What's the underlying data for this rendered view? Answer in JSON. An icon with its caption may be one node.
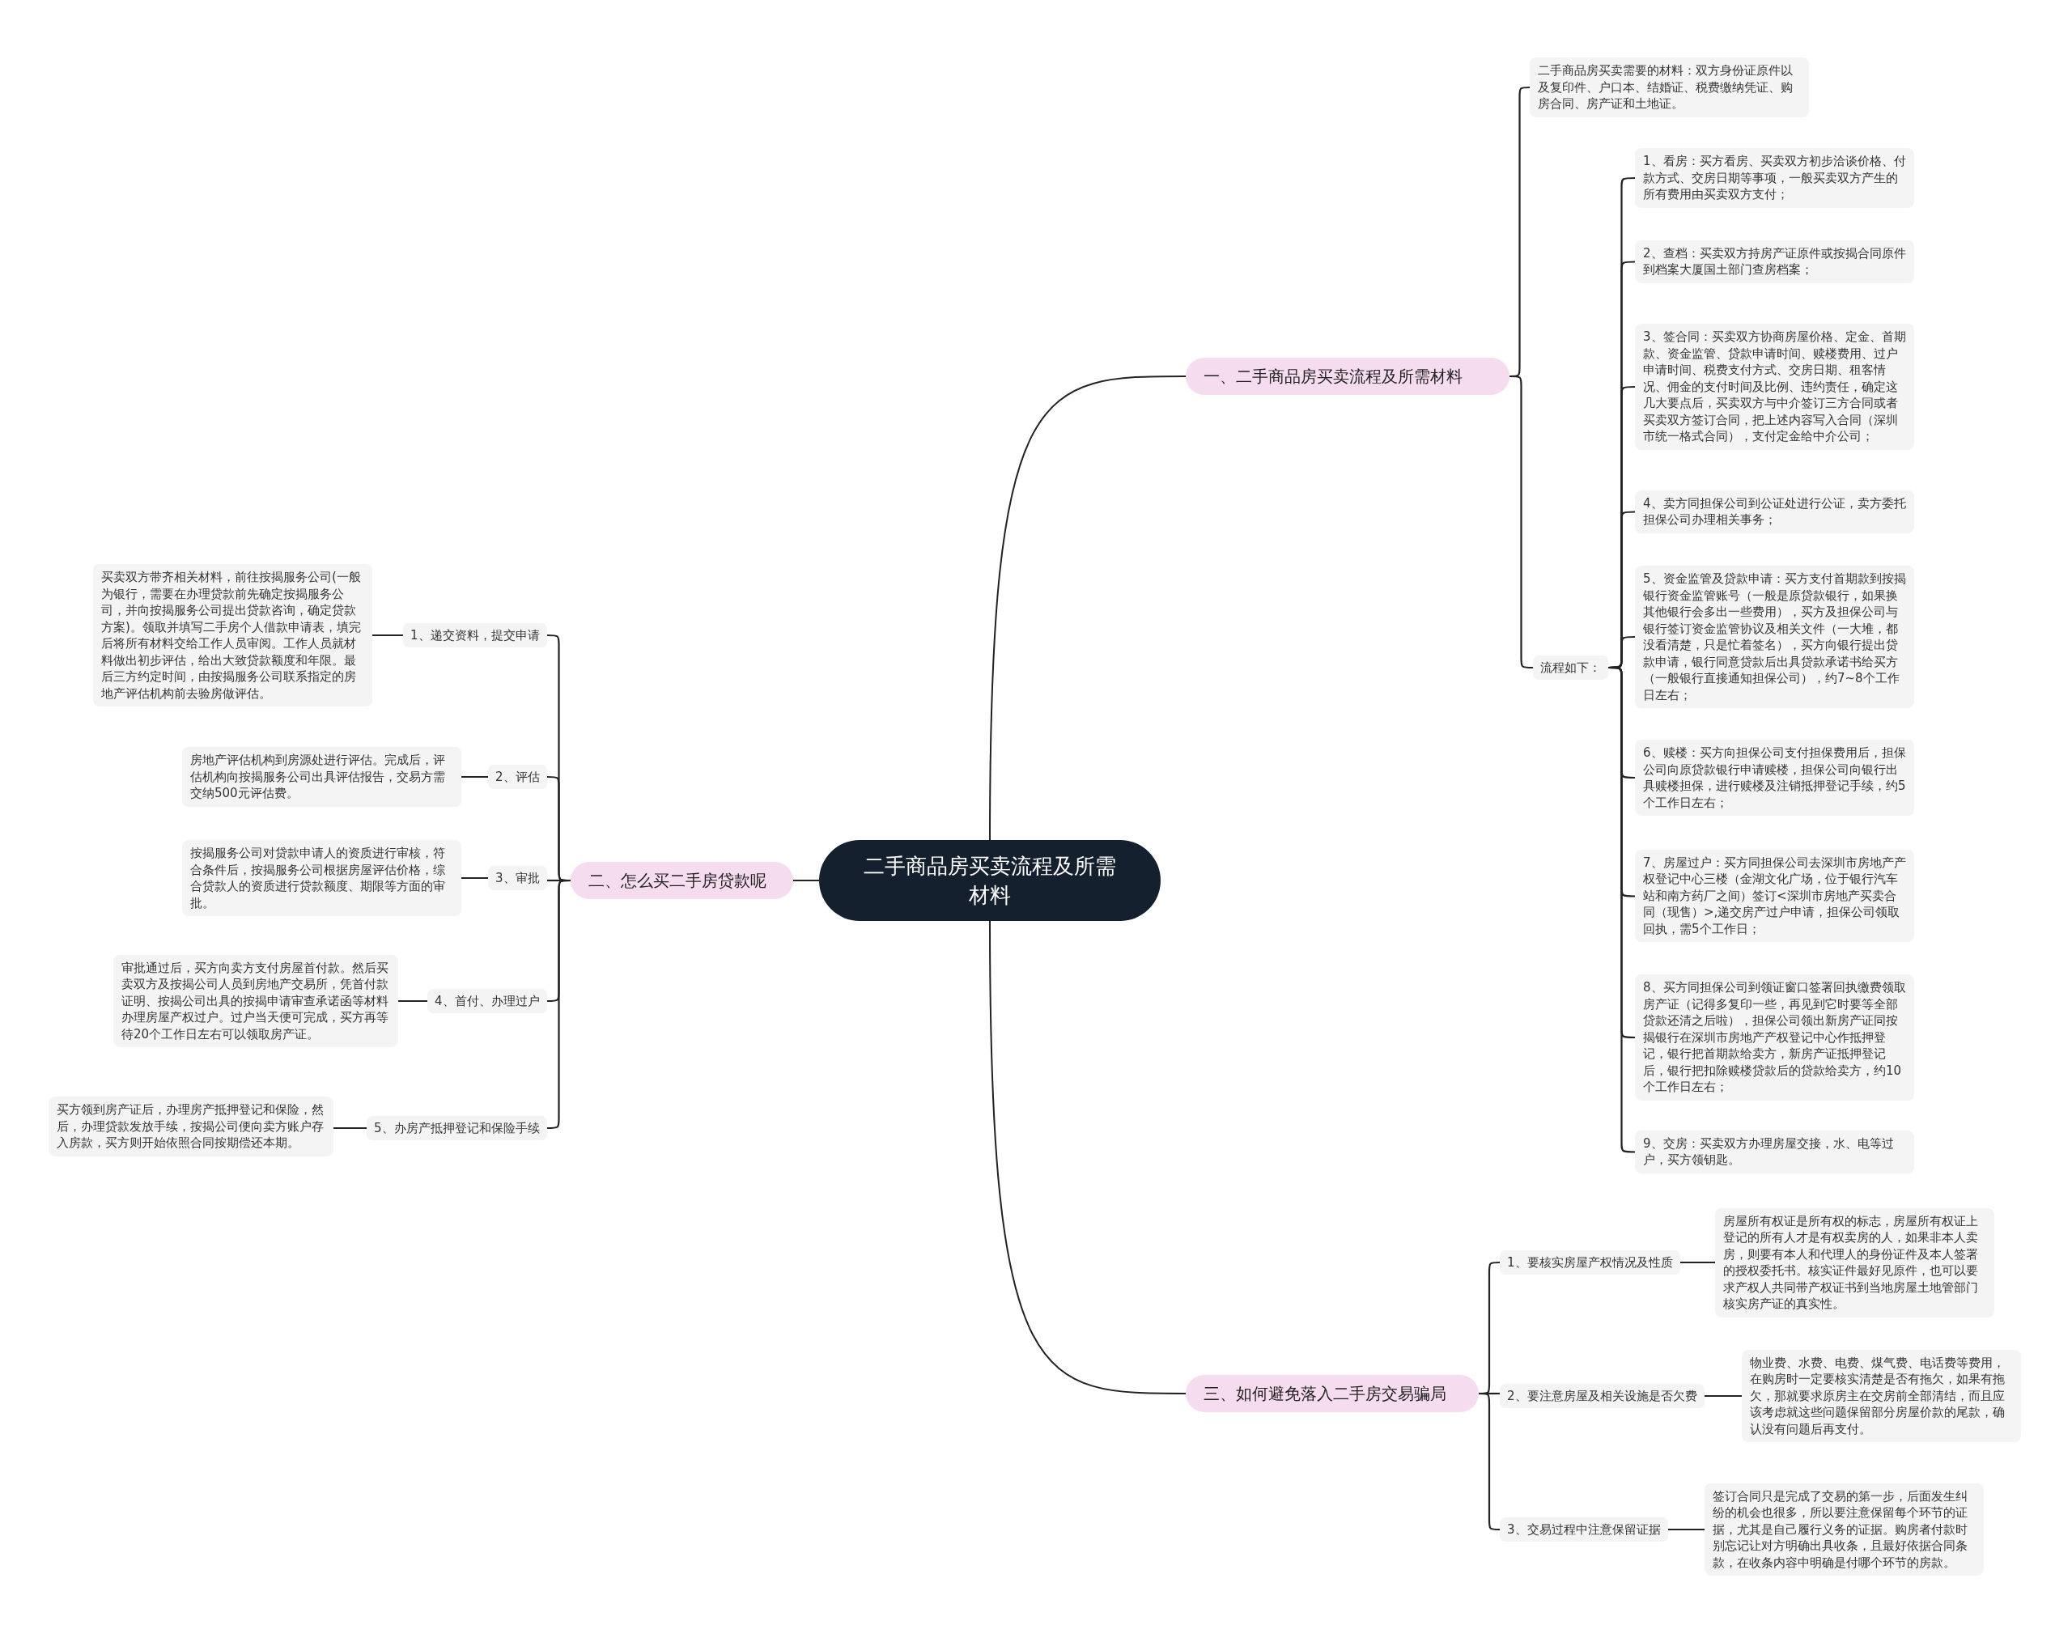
{
  "diagram": {
    "nodes": [
      {
        "text": [
          "二手商品房买卖流程及所需材料"
        ]
      },
      {
        "text": [
          "一、二手商品房买卖流程及所需材料"
        ]
      },
      {
        "text": [
          "二手商品房买卖需要的材料：双方身份证原件以及复印件、户口本、结婚证、税费缴纳凭证、购房合同、房产证和土地证。"
        ]
      },
      {
        "text": [
          "流程如下："
        ]
      },
      {
        "text": [
          "1、看房：买方看房、买卖双方初步洽谈价格、付款方式、交房日期等事项，一般买卖双方产生的所有费用由买卖双方支付；"
        ]
      },
      {
        "text": [
          "2、查档：买卖双方持房产证原件或按揭合同原件到档案大厦国土部门查房档案；"
        ]
      },
      {
        "text": [
          "3、签合同：买卖双方协商房屋价格、定金、首期款、资金监管、贷款申请时间、赎楼费用、过户申请时间、税费支付方式、交房日期、租客情况、佣金的支付时间及比例、违约责任，确定这几大要点后，买卖双方与中介签订三方合同或者买卖双方签订合同，把上述内容写入合同（深圳市统一格式合同），支付定金给中介公司；"
        ]
      },
      {
        "text": [
          "4、卖方同担保公司到公证处进行公证，卖方委托担保公司办理相关事务；"
        ]
      },
      {
        "text": [
          "5、资金监管及贷款申请：买方支付首期款到按揭银行资金监管账号（一般是原贷款银行，如果换其他银行会多出一些费用），买方及担保公司与银行签订资金监管协议及相关文件（一大堆，都没看清楚，只是忙着签名），买方向银行提出贷款申请，银行同意贷款后出具贷款承诺书给买方（一般银行直接通知担保公司），约7~8个工作日左右；"
        ]
      },
      {
        "text": [
          "6、赎楼：买方向担保公司支付担保费用后，担保公司向原贷款银行申请赎楼，担保公司向银行出具赎楼担保，进行赎楼及注销抵押登记手续，约5个工作日左右；"
        ]
      },
      {
        "text": [
          "7、房屋过户：买方同担保公司去深圳市房地产产权登记中心三楼（金湖文化广场，位于银行汽车站和南方药厂之间）签订<深圳市房地产买卖合同（现售）>,递交房产过户申请，担保公司领取回执，需5个工作日；"
        ]
      },
      {
        "text": [
          "8、买方同担保公司到领证窗口签署回执缴费领取房产证（记得多复印一些，再见到它时要等全部贷款还清之后啦），担保公司领出新房产证同按揭银行在深圳市房地产产权登记中心作抵押登记，银行把首期款给卖方，新房产证抵押登记后，银行把扣除赎楼贷款后的贷款给卖方，约10个工作日左右；"
        ]
      },
      {
        "text": [
          "9、交房：买卖双方办理房屋交接，水、电等过户，买方领钥匙。"
        ]
      },
      {
        "text": [
          "二、怎么买二手房贷款呢"
        ]
      },
      {
        "text": [
          "1、递交资料，提交申请"
        ]
      },
      {
        "text": [
          "买卖双方带齐相关材料，前往按揭服务公司(一般为银行，需要在办理贷款前先确定按揭服务公司，并向按揭服务公司提出贷款咨询，确定贷款方案)。领取并填写二手房个人借款申请表，填完后将所有材料交给工作人员审阅。工作人员就材料做出初步评估，给出大致贷款额度和年限。最后三方约定时间，由按揭服务公司联系指定的房地产评估机构前去验房做评估。"
        ]
      },
      {
        "text": [
          "2、评估"
        ]
      },
      {
        "text": [
          "房地产评估机构到房源处进行评估。完成后，评估机构向按揭服务公司出具评估报告，交易方需交纳500元评估费。"
        ]
      },
      {
        "text": [
          "3、审批"
        ]
      },
      {
        "text": [
          "按揭服务公司对贷款申请人的资质进行审核，符合条件后，按揭服务公司根据房屋评估价格，综合贷款人的资质进行贷款额度、期限等方面的审批。"
        ]
      },
      {
        "text": [
          "4、首付、办理过户"
        ]
      },
      {
        "text": [
          "审批通过后，买方向卖方支付房屋首付款。然后买卖双方及按揭公司人员到房地产交易所，凭首付款证明、按揭公司出具的按揭申请审查承诺函等材料办理房屋产权过户。过户当天便可完成，买方再等待20个工作日左右可以领取房产证。"
        ]
      },
      {
        "text": [
          "5、办房产抵押登记和保险手续"
        ]
      },
      {
        "text": [
          "买方领到房产证后，办理房产抵押登记和保险，然后，办理贷款发放手续，按揭公司便向卖方账户存入房款，买方则开始依照合同按期偿还本期。"
        ]
      },
      {
        "text": [
          "三、如何避免落入二手房交易骗局"
        ]
      },
      {
        "text": [
          "1、要核实房屋产权情况及性质"
        ]
      },
      {
        "text": [
          "房屋所有权证是所有权的标志，房屋所有权证上登记的所有人才是有权卖房的人，如果非本人卖房，则要有本人和代理人的身份证件及本人签署的授权委托书。核实证件最好见原件，也可以要求产权人共同带产权证书到当地房屋土地管部门核实房产证的真实性。"
        ]
      },
      {
        "text": [
          "2、要注意房屋及相关设施是否欠费"
        ]
      },
      {
        "text": [
          "物业费、水费、电费、煤气费、电话费等费用，在购房时一定要核实清楚是否有拖欠，如果有拖欠，那就要求原房主在交房前全部清结，而且应该考虑就这些问题保留部分房屋价款的尾款，确认没有问题后再支付。"
        ]
      },
      {
        "text": [
          "3、交易过程中注意保留证据"
        ]
      },
      {
        "text": [
          "签订合同只是完成了交易的第一步，后面发生纠纷的机会也很多，所以要注意保留每个环节的证据，尤其是自己履行义务的证据。购房者付款时别忘记让对方明确出具收条，且最好依据合同条款，在收条内容中明确是付哪个环节的房款。"
        ]
      }
    ],
    "edges": [
      {
        "from": 0,
        "to": 1,
        "arrow": "none"
      },
      {
        "from": 1,
        "to": 2,
        "arrow": "none"
      },
      {
        "from": 1,
        "to": 3,
        "arrow": "none"
      },
      {
        "from": 3,
        "to": 4,
        "arrow": "none"
      },
      {
        "from": 3,
        "to": 5,
        "arrow": "none"
      },
      {
        "from": 3,
        "to": 6,
        "arrow": "none"
      },
      {
        "from": 3,
        "to": 7,
        "arrow": "none"
      },
      {
        "from": 3,
        "to": 8,
        "arrow": "none"
      },
      {
        "from": 3,
        "to": 9,
        "arrow": "none"
      },
      {
        "from": 3,
        "to": 10,
        "arrow": "none"
      },
      {
        "from": 3,
        "to": 11,
        "arrow": "none"
      },
      {
        "from": 3,
        "to": 12,
        "arrow": "none"
      },
      {
        "from": 0,
        "to": 13,
        "arrow": "none"
      },
      {
        "from": 13,
        "to": 14,
        "arrow": "none"
      },
      {
        "from": 14,
        "to": 15,
        "arrow": "none"
      },
      {
        "from": 13,
        "to": 16,
        "arrow": "none"
      },
      {
        "from": 16,
        "to": 17,
        "arrow": "none"
      },
      {
        "from": 13,
        "to": 18,
        "arrow": "none"
      },
      {
        "from": 18,
        "to": 19,
        "arrow": "none"
      },
      {
        "from": 13,
        "to": 20,
        "arrow": "none"
      },
      {
        "from": 20,
        "to": 21,
        "arrow": "none"
      },
      {
        "from": 13,
        "to": 22,
        "arrow": "none"
      },
      {
        "from": 22,
        "to": 23,
        "arrow": "none"
      },
      {
        "from": 0,
        "to": 24,
        "arrow": "none"
      },
      {
        "from": 24,
        "to": 25,
        "arrow": "none"
      },
      {
        "from": 25,
        "to": 26,
        "arrow": "none"
      },
      {
        "from": 24,
        "to": 27,
        "arrow": "none"
      },
      {
        "from": 27,
        "to": 28,
        "arrow": "none"
      },
      {
        "from": 24,
        "to": 29,
        "arrow": "none"
      },
      {
        "from": 29,
        "to": 30,
        "arrow": "none"
      }
    ]
  }
}
